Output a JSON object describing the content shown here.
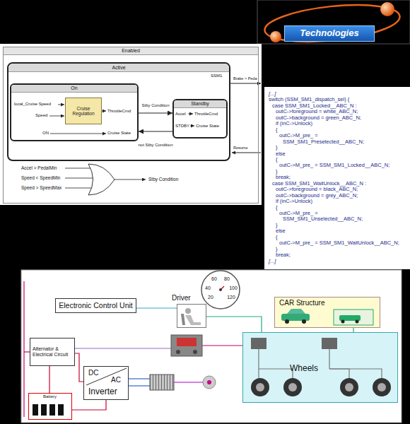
{
  "diagram": {
    "nodes": [
      {
        "text": [
          "Technologies"
        ]
      },
      {
        "text": [
          "Enabled"
        ]
      },
      {
        "text": [
          "Active"
        ],
        "in": 1
      },
      {
        "text": [
          "On"
        ],
        "in": 2
      },
      {
        "text": [
          "Cruise Regulation"
        ],
        "in": 3
      },
      {
        "text": [
          "Standby"
        ],
        "in": 2
      },
      {
        "text": [
          "Electronic Control Unit"
        ]
      },
      {
        "text": [
          "Driver"
        ]
      },
      {
        "text": [
          "60",
          "80",
          "40",
          "100",
          "20",
          "120"
        ]
      },
      {
        "text": [
          "CAR Structure"
        ]
      },
      {
        "text": [
          "Alternator & Electrical Circuit"
        ]
      },
      {
        "text": [
          "DC",
          "AC",
          "Inverter"
        ]
      },
      {
        "text": [
          "Battery"
        ]
      },
      {
        "text": [
          "Wheels"
        ]
      }
    ],
    "edges": [
      {
        "from": 3,
        "to": 5,
        "arrow": "to",
        "label": "Stby Condition"
      },
      {
        "from": 5,
        "to": 3,
        "arrow": "to",
        "label": "not Stby Condition"
      },
      {
        "from": 12,
        "to": 10,
        "arrow": "none"
      },
      {
        "from": 10,
        "to": 11,
        "arrow": "none"
      },
      {
        "from": 7,
        "to": 13,
        "arrow": "none"
      },
      {
        "from": 9,
        "to": 13,
        "arrow": "none"
      }
    ],
    "labels": [
      "local_Cruise Speed",
      "Speed",
      "ThrottleCmd",
      "ON",
      "Cruise State",
      "Accel",
      "ThrottleCmd",
      "STDBY",
      "Cruise State",
      "SSM1",
      "Brake > Peda",
      "Resume",
      "Accel > PedalMin",
      "Speed < SpeedMin",
      "Speed > SpeedMax",
      "Stby Condition",
      "[...]",
      "switch (SSM_SM1_dispatch_sel) {",
      "case SSM_SM1_Locked__ABC_N :",
      "outC->foreground = white_ABC_N;",
      "outC->background = green_ABC_N;",
      "if (inC->Unlock)",
      "{",
      "outC->M_pre_ =",
      "SSM_SM1_Preselected__ABC_N;",
      "}",
      "else",
      "{",
      "outC->M_pre_ = SSM_SM1_Locked__ABC_N;",
      "}",
      "break;",
      "case SSM_SM1_WaitUnlock__ABC_N :",
      "outC->foreground = black_ABC_N;",
      "outC->background = grey_ABC_N;",
      "if (inC->Unlock)",
      "{",
      "outC->M_pre_ =",
      "SSM_SM1_Unselected__ABC_N;",
      "}",
      "else",
      "{",
      "outC->M_pre_ = SSM_SM1_WaitUnlock__ABC_N;",
      "}",
      "break;",
      "[...]"
    ]
  }
}
